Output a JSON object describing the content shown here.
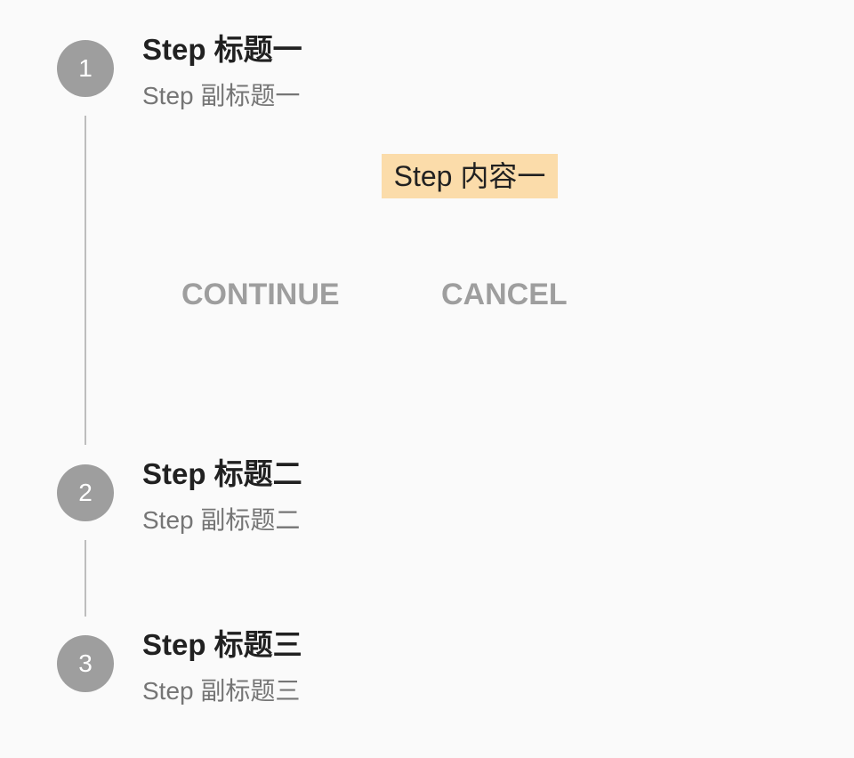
{
  "steps": [
    {
      "number": "1",
      "title": "Step 标题一",
      "subtitle": "Step 副标题一",
      "content": "Step 内容一"
    },
    {
      "number": "2",
      "title": "Step 标题二",
      "subtitle": "Step 副标题二"
    },
    {
      "number": "3",
      "title": "Step 标题三",
      "subtitle": "Step 副标题三"
    }
  ],
  "actions": {
    "continue_label": "CONTINUE",
    "cancel_label": "CANCEL"
  },
  "colors": {
    "background": "#fafafa",
    "step_circle": "#9e9e9e",
    "content_highlight": "#fbdcaa",
    "connector": "#bdbdbd"
  }
}
